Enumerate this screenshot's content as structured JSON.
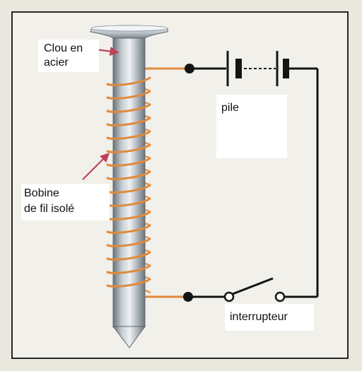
{
  "labels": {
    "nail_line1": "Clou en",
    "nail_line2": "acier",
    "coil_line1": "Bobine",
    "coil_line2": "de fil isolé",
    "battery": "pile",
    "switch": "interrupteur"
  },
  "colors": {
    "background": "#f1f0ea",
    "outer_panel": "#e9e7de",
    "frame": "#262626",
    "wire": "#141414",
    "coil": "#e08a3c",
    "nail_light": "#dfe3e6",
    "nail_mid": "#a9b1b8",
    "nail_dark": "#6b737a",
    "pointer_arrow": "#c0405a",
    "label_box": "#ffffff"
  },
  "icons": {
    "battery": "battery-symbol-icon",
    "switch": "open-switch-icon",
    "nail": "steel-nail-icon",
    "coil": "wire-coil-icon"
  }
}
